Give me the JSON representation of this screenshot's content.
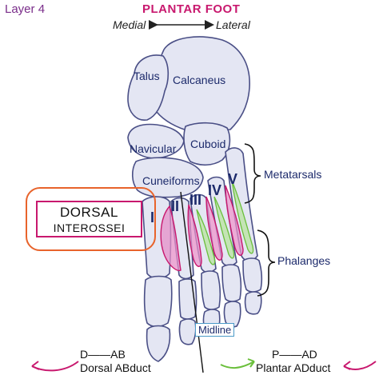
{
  "header": {
    "layer": "Layer 4",
    "title": "PLANTAR FOOT",
    "medial": "Medial",
    "lateral": "Lateral"
  },
  "bones": {
    "talus": "Talus",
    "calcaneus": "Calcaneus",
    "navicular": "Navicular",
    "cuboid": "Cuboid",
    "cuneiforms": "Cuneiforms"
  },
  "digits": [
    "I",
    "II",
    "III",
    "IV",
    "V"
  ],
  "regions": {
    "metatarsals": "Metatarsals",
    "phalanges": "Phalanges"
  },
  "callout": {
    "line1": "DORSAL",
    "line2": "INTEROSSEI"
  },
  "midline": "Midline",
  "legend": {
    "dorsal_code": "D——AB",
    "dorsal_text": "Dorsal ABduct",
    "plantar_code": "P——AD",
    "plantar_text": "Plantar ADduct"
  },
  "colors": {
    "dorsal": "#c8186e",
    "plantar": "#6abf3b",
    "bone_fill": "#e4e6f3",
    "bone_stroke": "#4a4f86",
    "callout": "#e8632b"
  }
}
